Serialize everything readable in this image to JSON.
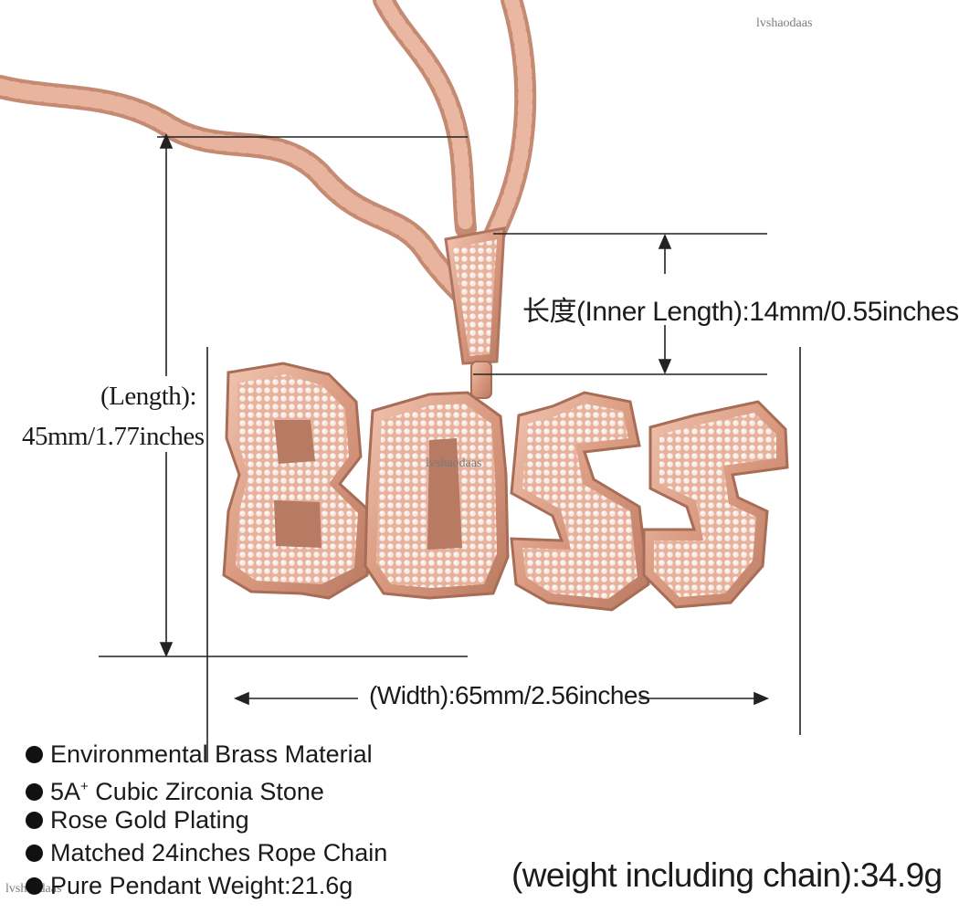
{
  "watermarks": {
    "top": "lvshaodaas",
    "center": "lvshaodaas",
    "bottom": "lvshaodaas"
  },
  "pendant": {
    "letters": [
      "B",
      "O",
      "S",
      "S"
    ],
    "metal_color": "#e8b39c",
    "stone_color": "#f4e4dc"
  },
  "dimensions": {
    "inner_length": "长度(Inner Length):14mm/0.55inches",
    "length_label": "(Length):",
    "length_value": "45mm/1.77inches",
    "width": "(Width):65mm/2.56inches"
  },
  "features": [
    {
      "text_a": "Environmental Brass Material",
      "sup": "",
      "text_b": ""
    },
    {
      "text_a": "5A",
      "sup": "+",
      "text_b": " Cubic Zirconia Stone"
    },
    {
      "text_a": "Rose Gold Plating",
      "sup": "",
      "text_b": ""
    },
    {
      "text_a": "Matched 24inches Rope Chain",
      "sup": "",
      "text_b": ""
    },
    {
      "text_a": "Pure Pendant Weight:21.6g",
      "sup": "",
      "text_b": ""
    }
  ],
  "weight_note": "(weight including chain):34.9g"
}
